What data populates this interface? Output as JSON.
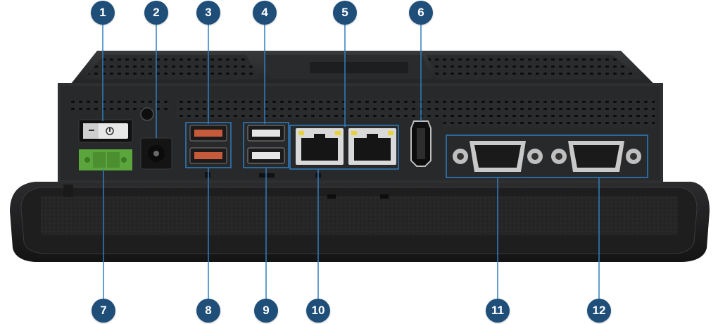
{
  "colors": {
    "callout_fill": "#1f4e79",
    "callout_text": "#ffffff",
    "leader_line": "#2f7fc1",
    "device_body": "#2b2c2e",
    "bezel": "#1a1a1b",
    "terminal_block": "#5aa63c",
    "usb3_insert": "#c75a3a"
  },
  "callouts": {
    "c1": "1",
    "c2": "2",
    "c3": "3",
    "c4": "4",
    "c5": "5",
    "c6": "6",
    "c7": "7",
    "c8": "8",
    "c9": "9",
    "c10": "10",
    "c11": "11",
    "c12": "12"
  }
}
